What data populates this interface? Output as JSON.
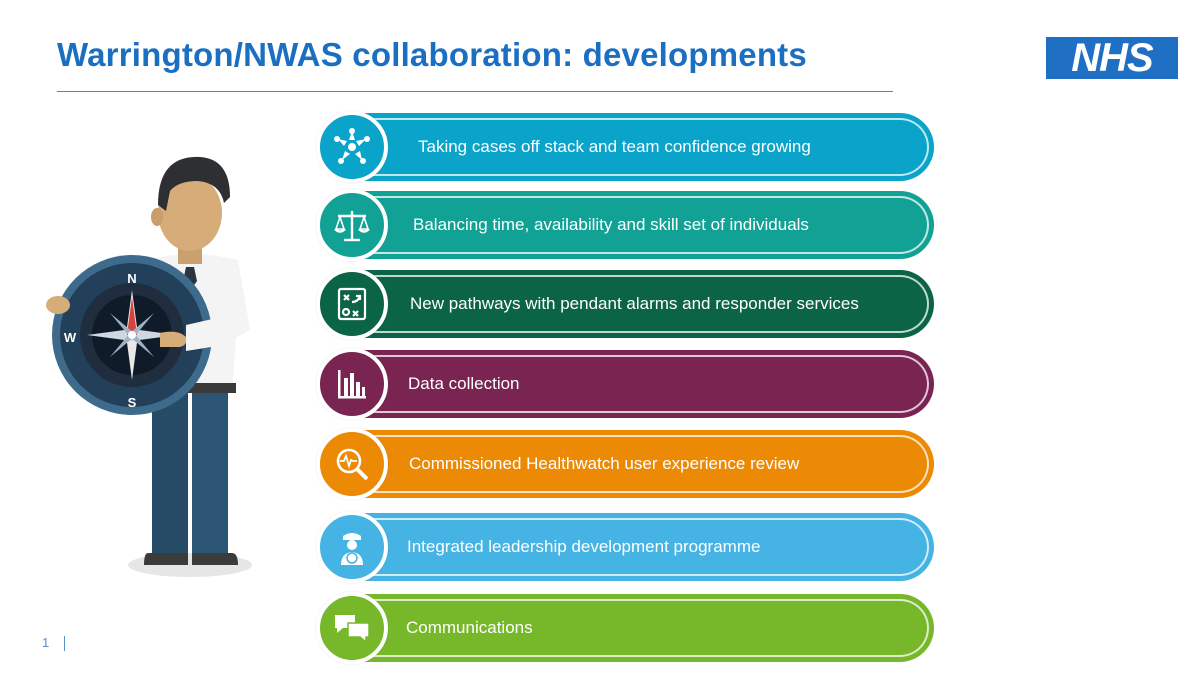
{
  "slide": {
    "title": "Warrington/NWAS collaboration: developments",
    "logo_text": "NHS",
    "page_number": "1"
  },
  "compass": {
    "n": "N",
    "w": "W",
    "s": "S"
  },
  "items": [
    {
      "label": "Taking cases off stack and team confidence growing",
      "color": "#0aa3c9",
      "icon": "teamwork-hands-icon"
    },
    {
      "label": "Balancing time, availability and skill set of individuals",
      "color": "#11a295",
      "icon": "balance-scale-icon"
    },
    {
      "label": "New pathways with pendant alarms and responder services",
      "color": "#0b6445",
      "icon": "strategy-board-icon"
    },
    {
      "label": "Data collection",
      "color": "#7a2452",
      "icon": "bar-chart-icon"
    },
    {
      "label": "Commissioned Healthwatch user experience review",
      "color": "#ec8a06",
      "icon": "magnifier-pulse-icon"
    },
    {
      "label": "Integrated leadership development programme",
      "color": "#45b3e3",
      "icon": "captain-helm-icon"
    },
    {
      "label": "Communications",
      "color": "#76b82a",
      "icon": "speech-bubbles-icon"
    }
  ]
}
